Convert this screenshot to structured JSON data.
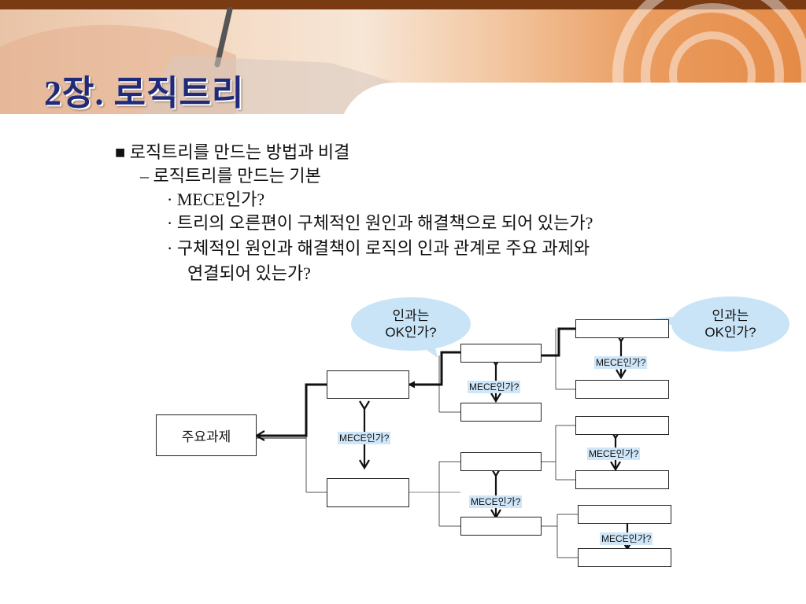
{
  "slide": {
    "title": "2장. 로직트리",
    "lines": [
      "■ 로직트리를 만드는 방법과 비결",
      "– 로직트리를 만드는 기본",
      "· MECE인가?",
      "· 트리의 오른편이 구체적인 원인과 해결책으로 되어 있는가?",
      "· 구체적인 원인과 해결책이 로직의 인과 관계로 주요 과제와",
      "연결되어 있는가?"
    ]
  },
  "diagram": {
    "root_label": "주요과제",
    "mece_label": "MECE인가?",
    "bubbles": [
      {
        "line1": "인과는",
        "line2": "OK인가?"
      },
      {
        "line1": "인과는",
        "line2": "OK인가?"
      }
    ]
  },
  "colors": {
    "title": "#1f2a7a",
    "mece_highlight": "#cfe6f8",
    "bubble_fill": "#c9e4f7",
    "header_dark": "#7a3a12"
  }
}
